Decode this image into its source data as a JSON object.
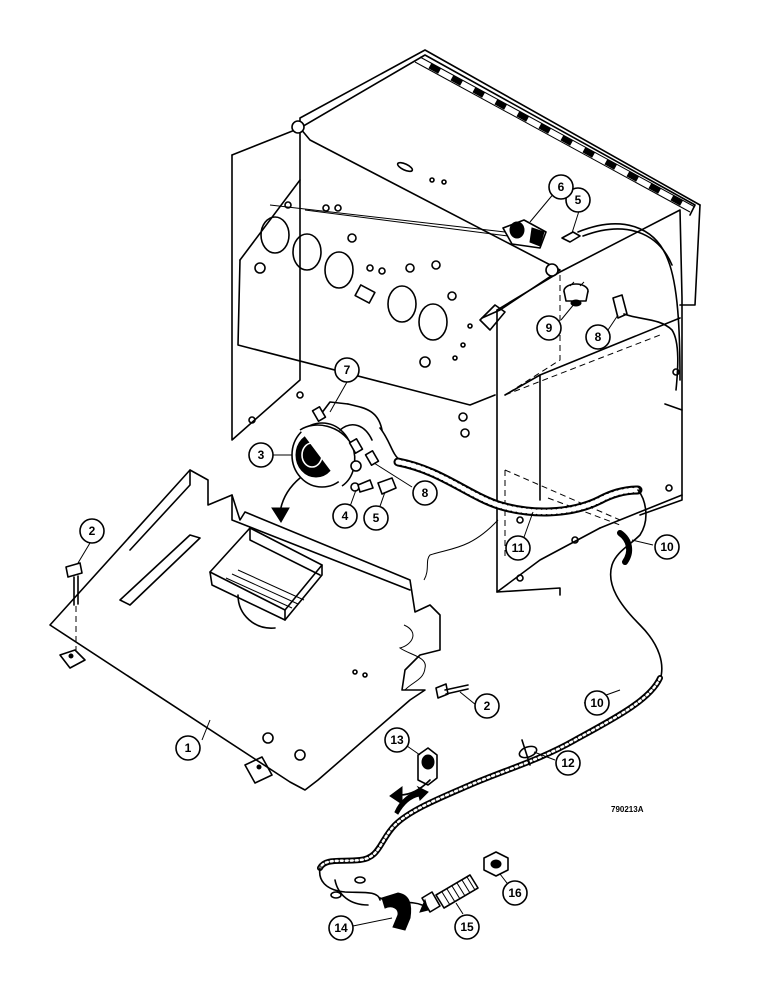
{
  "drawing_code": "790213A",
  "callouts": [
    {
      "id": "c1",
      "label": "1"
    },
    {
      "id": "c2a",
      "label": "2"
    },
    {
      "id": "c2b",
      "label": "2"
    },
    {
      "id": "c3",
      "label": "3"
    },
    {
      "id": "c4",
      "label": "4"
    },
    {
      "id": "c5a",
      "label": "5"
    },
    {
      "id": "c5b",
      "label": "5"
    },
    {
      "id": "c6",
      "label": "6"
    },
    {
      "id": "c7",
      "label": "7"
    },
    {
      "id": "c8a",
      "label": "8"
    },
    {
      "id": "c8b",
      "label": "8"
    },
    {
      "id": "c9",
      "label": "9"
    },
    {
      "id": "c10a",
      "label": "10"
    },
    {
      "id": "c10b",
      "label": "10"
    },
    {
      "id": "c11",
      "label": "11"
    },
    {
      "id": "c12",
      "label": "12"
    },
    {
      "id": "c13",
      "label": "13"
    },
    {
      "id": "c14",
      "label": "14"
    },
    {
      "id": "c15",
      "label": "15"
    },
    {
      "id": "c16",
      "label": "16"
    }
  ]
}
